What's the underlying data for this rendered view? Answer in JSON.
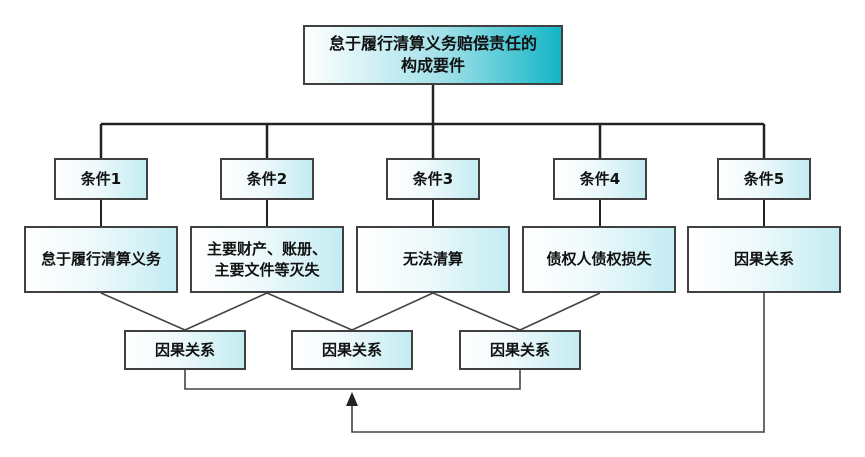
{
  "diagram": {
    "root": "怠于履行清算义务赔偿责任的\n构成要件",
    "conditions": [
      "条件1",
      "条件2",
      "条件3",
      "条件4",
      "条件5"
    ],
    "elements": [
      "怠于履行清算义务",
      "主要财产、账册、\n主要文件等灭失",
      "无法清算",
      "债权人债权损失",
      "因果关系"
    ],
    "causal_links": [
      "因果关系",
      "因果关系",
      "因果关系"
    ]
  },
  "colors": {
    "line": "#222222",
    "box_border": "#404040",
    "root_gradient_end": "#12b5c6",
    "box_gradient_end": "#c3ecf2"
  }
}
